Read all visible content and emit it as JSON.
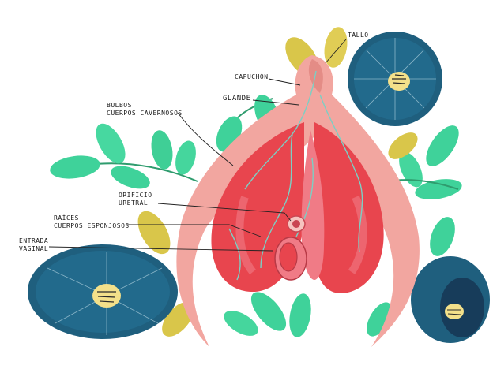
{
  "labels": {
    "tallo": "TALLO",
    "capuchon": "CAPUCHÓN",
    "glande": "GLANDE",
    "bulbos": "BULBOS",
    "cuerpos_cavernosos": "CUERPOS CAVERNOSOS",
    "orificio": "ORIFICIO",
    "uretral": "URETRAL",
    "raices": "RAÍCES",
    "cuerpos_esponjosos": "CUERPOS ESPONJOSOS",
    "entrada": "ENTRADA",
    "vaginal": "VAGINAL"
  },
  "colors": {
    "outer_pink": "#f2a6a0",
    "outer_shadow": "#e48c86",
    "bulb_red": "#e8454e",
    "bulb_pink": "#f07b86",
    "vein": "#7ccfc4",
    "leaf_green": "#3fd29a",
    "leaf_yellow": "#d9c64a",
    "flower_blue": "#1f5f7e",
    "flower_dark": "#173c5a",
    "flower_center": "#f3e08a",
    "line": "#222222"
  }
}
